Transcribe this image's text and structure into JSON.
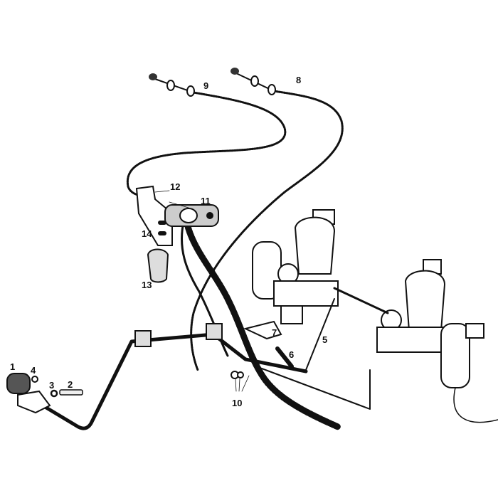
{
  "diagram": {
    "callouts": [
      {
        "id": "1",
        "text": "1"
      },
      {
        "id": "2",
        "text": "2"
      },
      {
        "id": "3",
        "text": "3"
      },
      {
        "id": "4",
        "text": "4"
      },
      {
        "id": "5",
        "text": "5"
      },
      {
        "id": "6",
        "text": "6"
      },
      {
        "id": "7",
        "text": "7"
      },
      {
        "id": "8",
        "text": "8"
      },
      {
        "id": "9",
        "text": "9"
      },
      {
        "id": "10",
        "text": "10"
      },
      {
        "id": "11",
        "text": "11"
      },
      {
        "id": "12",
        "text": "12"
      },
      {
        "id": "13",
        "text": "13"
      },
      {
        "id": "14",
        "text": "14"
      }
    ],
    "colors": {
      "ink": "#111111",
      "background": "#ffffff",
      "shade": "#888888"
    }
  }
}
